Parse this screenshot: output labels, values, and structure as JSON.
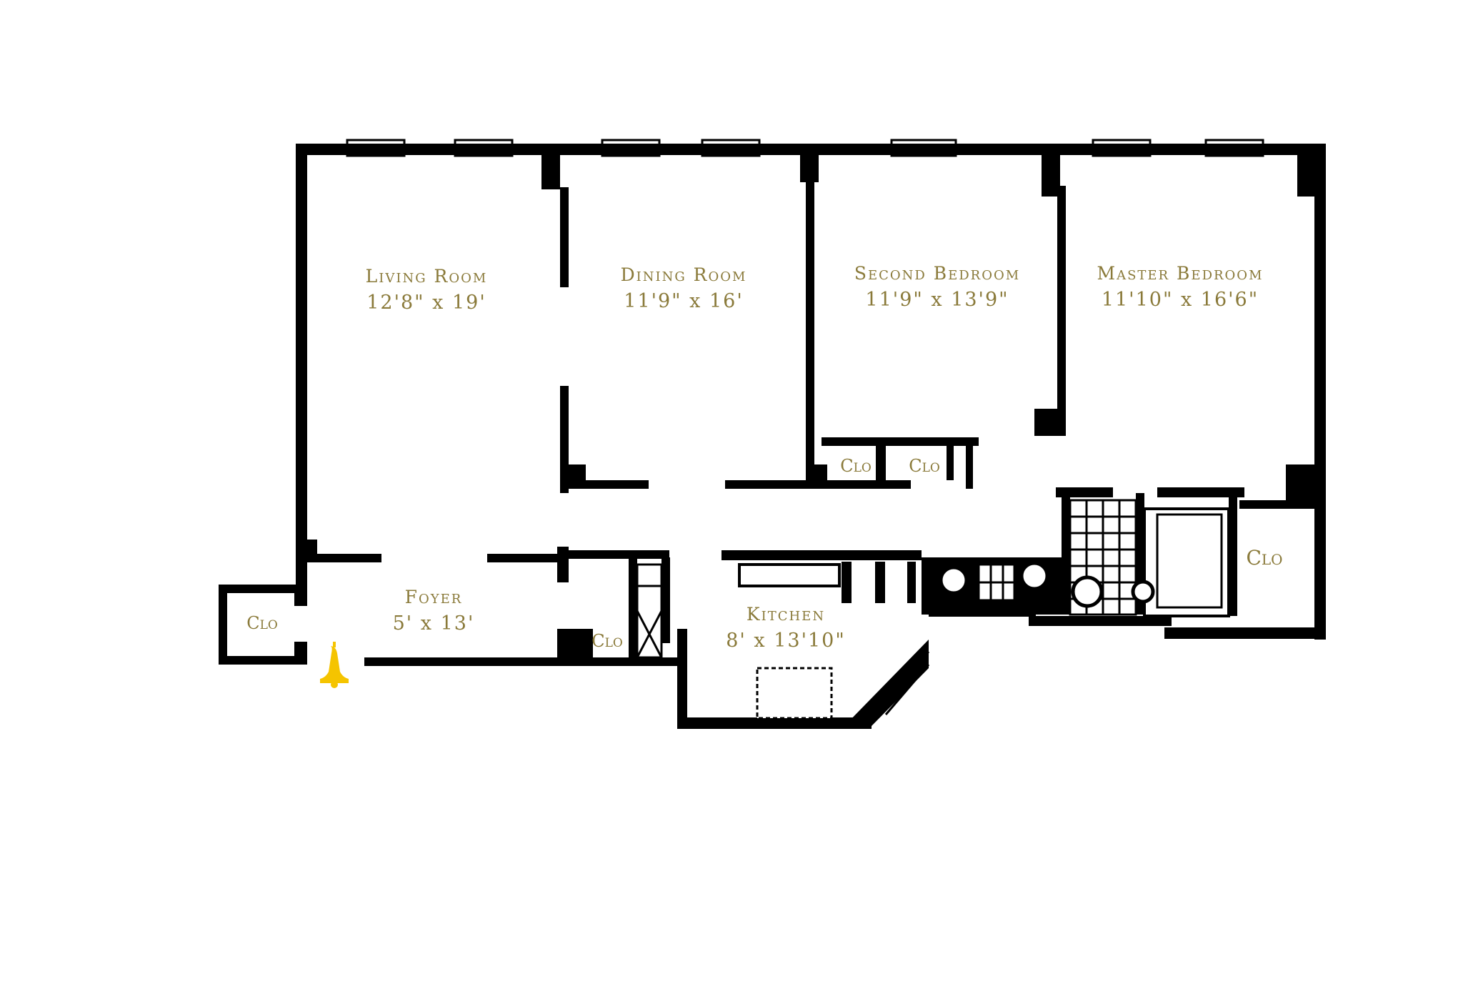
{
  "colors": {
    "label": "#8a7a3a",
    "wall": "#000000",
    "entry_marker": "#f5c400",
    "background": "#ffffff"
  },
  "rooms": {
    "living": {
      "name": "Living Room",
      "dims": "12'8\" x 19'"
    },
    "dining": {
      "name": "Dining Room",
      "dims": "11'9\" x 16'"
    },
    "second": {
      "name": "Second Bedroom",
      "dims": "11'9\" x 13'9\""
    },
    "master": {
      "name": "Master Bedroom",
      "dims": "11'10\" x 16'6\""
    },
    "foyer": {
      "name": "Foyer",
      "dims": "5' x 13'"
    },
    "kitchen": {
      "name": "Kitchen",
      "dims": "8' x 13'10\""
    }
  },
  "closets": {
    "second_1": "Clo",
    "second_2": "Clo",
    "master": "Clo",
    "entry": "Clo",
    "foyer": "Clo"
  },
  "icons": {
    "entry_marker": "bell-icon"
  }
}
